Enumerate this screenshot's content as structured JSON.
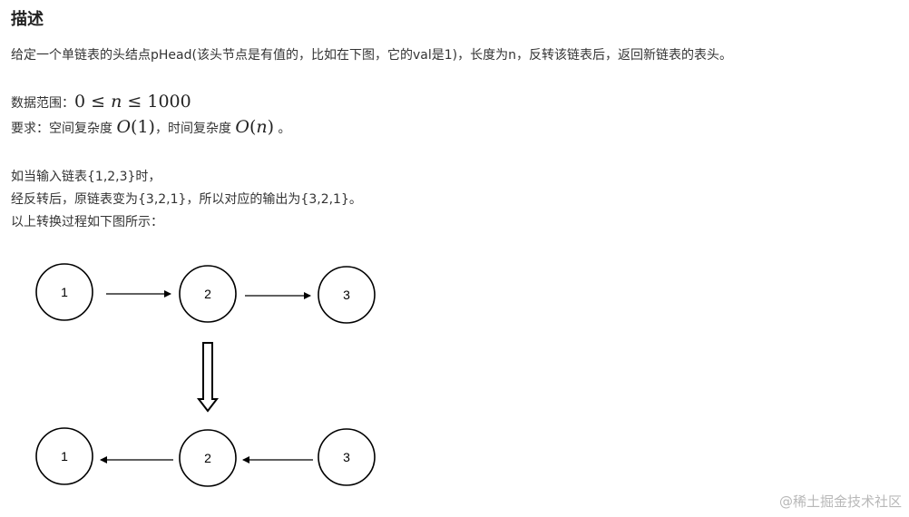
{
  "section": {
    "heading": "描述"
  },
  "problem": {
    "statement": "给定一个单链表的头结点pHead(该头节点是有值的，比如在下图，它的val是1)，长度为n，反转该链表后，返回新链表的表头。",
    "range_label": "数据范围：",
    "range_math": {
      "low": "0",
      "op1": "≤",
      "var": "n",
      "op2": "≤",
      "high": "1000"
    },
    "requirement_label": "要求：空间复杂度 ",
    "space_complexity": {
      "o": "O",
      "arg": "(1)"
    },
    "requirement_mid": "，时间复杂度 ",
    "time_complexity": {
      "o": "O",
      "arg_open": "(",
      "arg_var": "n",
      "arg_close": ")"
    },
    "requirement_end": " 。",
    "example_line1": "如当输入链表{1,2,3}时，",
    "example_line2": "经反转后，原链表变为{3,2,1}，所以对应的输出为{3,2,1}。",
    "example_line3": "以上转换过程如下图所示："
  },
  "diagram": {
    "original_nodes": [
      "1",
      "2",
      "3"
    ],
    "reversed_nodes": [
      "1",
      "2",
      "3"
    ]
  },
  "watermark": "@稀土掘金技术社区"
}
